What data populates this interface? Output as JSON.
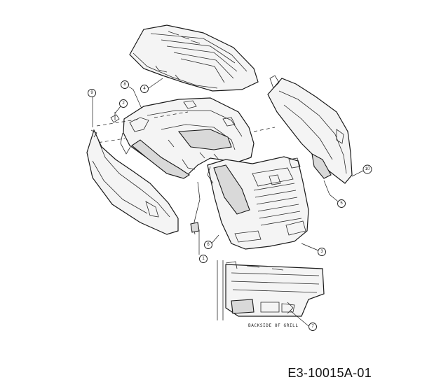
{
  "drawing_number": "E3-10015A-01",
  "inset_caption": "BACKSIDE OF GRILL",
  "callouts": {
    "c1": "1",
    "c2": "2",
    "c3": "3",
    "c4": "4",
    "c5": "5",
    "c6": "6",
    "c7": "7",
    "c8": "8",
    "c9": "9",
    "c10": "10"
  }
}
